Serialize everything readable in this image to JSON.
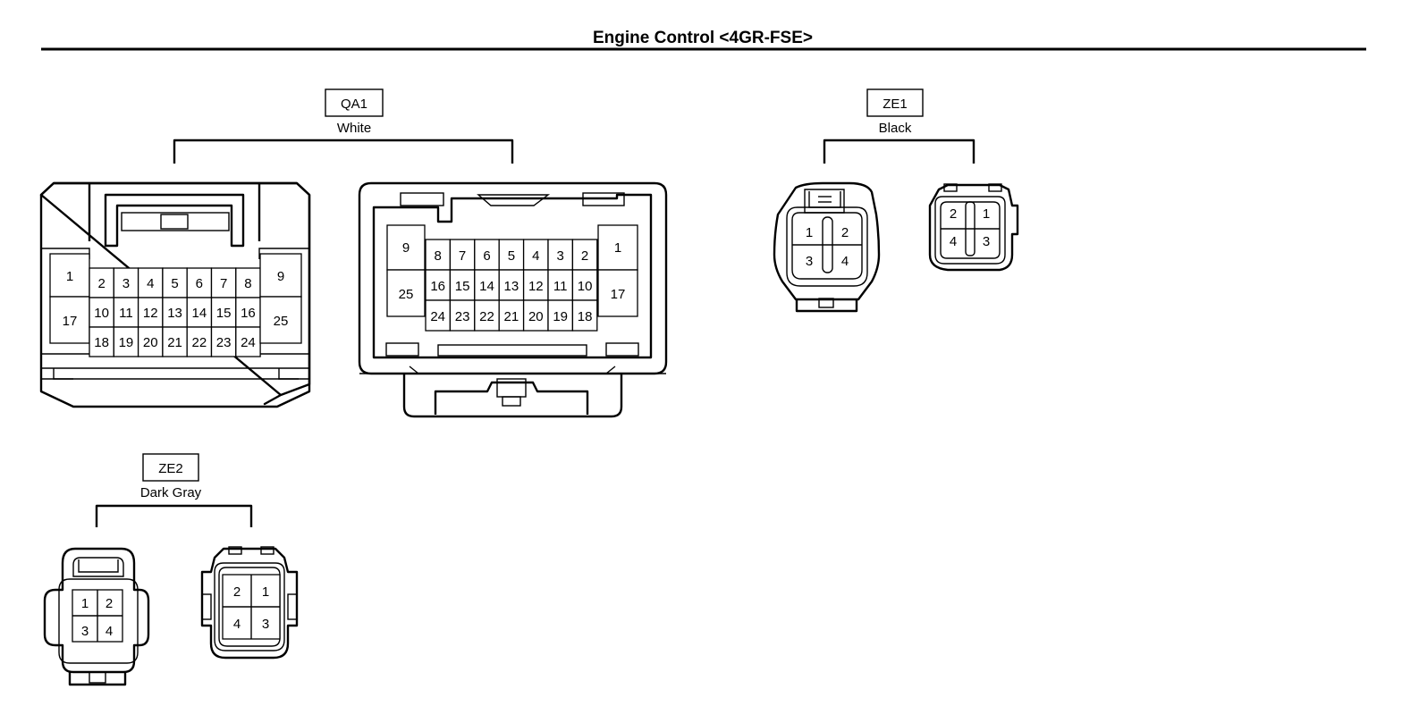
{
  "title": "Engine Control <4GR-FSE>",
  "connectors": {
    "QA1": {
      "code": "QA1",
      "color": "White",
      "female": {
        "left": [
          "1",
          "17"
        ],
        "row1": [
          "2",
          "3",
          "4",
          "5",
          "6",
          "7",
          "8"
        ],
        "row2": [
          "10",
          "11",
          "12",
          "13",
          "14",
          "15",
          "16"
        ],
        "row3": [
          "18",
          "19",
          "20",
          "21",
          "22",
          "23",
          "24"
        ],
        "right": [
          "9",
          "25"
        ]
      },
      "male": {
        "left": [
          "9",
          "25"
        ],
        "row1": [
          "8",
          "7",
          "6",
          "5",
          "4",
          "3",
          "2"
        ],
        "row2": [
          "16",
          "15",
          "14",
          "13",
          "12",
          "11",
          "10"
        ],
        "row3": [
          "24",
          "23",
          "22",
          "21",
          "20",
          "19",
          "18"
        ],
        "right": [
          "1",
          "17"
        ]
      }
    },
    "ZE1": {
      "code": "ZE1",
      "color": "Black",
      "female": [
        "1",
        "2",
        "3",
        "4"
      ],
      "male": [
        "2",
        "1",
        "4",
        "3"
      ]
    },
    "ZE2": {
      "code": "ZE2",
      "color": "Dark Gray",
      "female": [
        "1",
        "2",
        "3",
        "4"
      ],
      "male": [
        "2",
        "1",
        "4",
        "3"
      ]
    }
  }
}
